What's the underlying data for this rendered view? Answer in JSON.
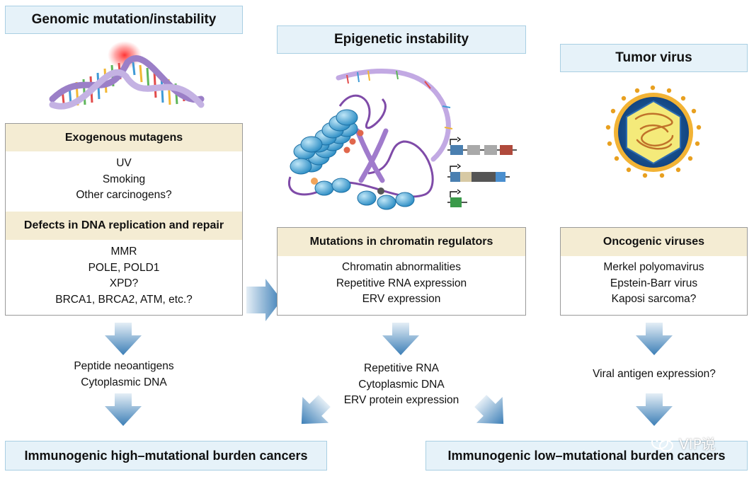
{
  "columns": {
    "genomic": {
      "title": "Genomic mutation/instability",
      "sections": [
        {
          "heading": "Exogenous mutagens",
          "items": [
            "UV",
            "Smoking",
            "Other carcinogens?"
          ]
        },
        {
          "heading": "Defects in DNA replication and repair",
          "items": [
            "MMR",
            "POLE, POLD1",
            "XPD?",
            "BRCA1, BRCA2, ATM, etc.?"
          ]
        }
      ],
      "outputs": [
        "Peptide neoantigens",
        "Cytoplasmic DNA"
      ]
    },
    "epigenetic": {
      "title": "Epigenetic instability",
      "heading": "Mutations in chromatin regulators",
      "items": [
        "Chromatin abnormalities",
        "Repetitive RNA expression",
        "ERV expression"
      ],
      "outputs": [
        "Repetitive RNA",
        "Cytoplasmic DNA",
        "ERV protein expression"
      ]
    },
    "virus": {
      "title": "Tumor virus",
      "heading": "Oncogenic viruses",
      "items": [
        "Merkel polyomavirus",
        "Epstein-Barr virus",
        "Kaposi sarcoma?"
      ],
      "outputs": [
        "Viral antigen expression?"
      ]
    }
  },
  "results": {
    "high": "Immunogenic high–mutational burden cancers",
    "low": "Immunogenic low–mutational burden cancers"
  },
  "watermark": "VIP说",
  "icons": {
    "dna": "dna-helix-icon",
    "chromatin": "chromatin-icon",
    "virus": "virus-particle-icon",
    "arrow": "arrow-icon",
    "wechat": "wechat-icon"
  },
  "colors": {
    "title_bg": "#e6f2f9",
    "panel_head_bg": "#f4ecd3",
    "arrow_blue": "#3d7fb7",
    "virus_gold": "#e8a020"
  }
}
